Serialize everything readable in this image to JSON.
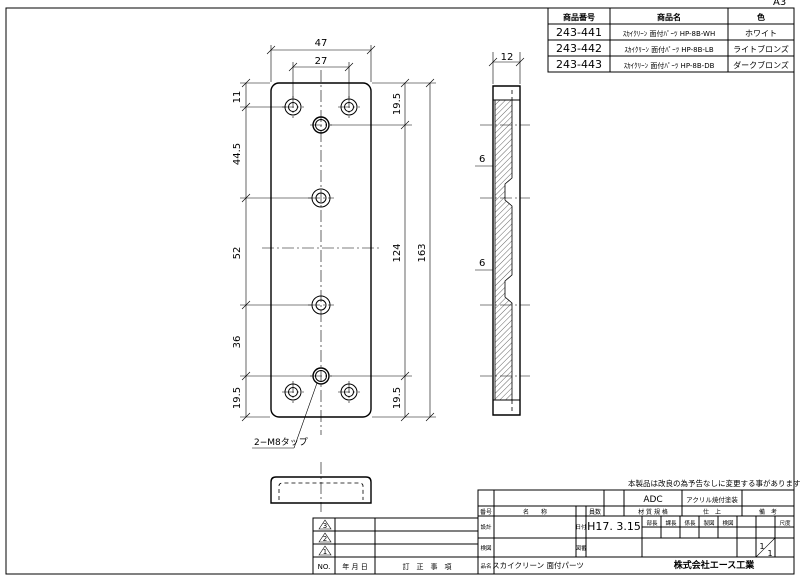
{
  "sheet_size": "A3",
  "parts_table": {
    "headers": [
      "商品番号",
      "商品名",
      "色"
    ],
    "rows": [
      {
        "code": "243-441",
        "name": "ｽｶｲｸﾘｰﾝ 面付ﾊﾟｰﾂ HP-8B-WH",
        "color": "ホワイト"
      },
      {
        "code": "243-442",
        "name": "ｽｶｲｸﾘｰﾝ 面付ﾊﾟｰﾂ HP-8B-LB",
        "color": "ライトブロンズ"
      },
      {
        "code": "243-443",
        "name": "ｽｶｲｸﾘｰﾝ 面付ﾊﾟｰﾂ HP-8B-DB",
        "color": "ダークブロンズ"
      }
    ]
  },
  "dimensions": {
    "width_overall": "47",
    "hole_pitch": "27",
    "thickness": "12",
    "top_offset": "11",
    "pitch_1": "44.5",
    "pitch_2": "52",
    "pitch_3": "36",
    "bottom_offset": "19.5",
    "right_top": "19.5",
    "right_bottom": "19.5",
    "inner_length": "124",
    "total_length": "163",
    "side_step_top": "6",
    "side_step_bottom": "6"
  },
  "callout": "2−M8タップ",
  "notice": "本製品は改良の為予告なしに変更する事があります。",
  "title_block": {
    "material": "ADC",
    "finish": "アクリル焼付塗装",
    "date": "H17. 3.15",
    "part_name": "スカイクリーン 面付パーツ",
    "company": "株式会社エース工業",
    "scale_num": "1",
    "scale_den": "1",
    "head_no": "番号",
    "head_name": "名　　称",
    "head_qty": "員数",
    "head_material": "材 質 規 格",
    "head_finish": "仕　上",
    "head_remarks": "備　考",
    "row_design": "設計",
    "row_check": "検図",
    "row_drawn": "製図",
    "row_part": "品名",
    "label_date": "日付",
    "label_dwg": "図番",
    "label_scale": "尺度",
    "roles": [
      "部長",
      "課長",
      "係長",
      "製図",
      "検図"
    ]
  },
  "revision_block": {
    "marks": [
      "3",
      "2",
      "1"
    ],
    "no_label": "NO.",
    "date_label": "年 月 日",
    "desc_label": "訂　正　事　項"
  }
}
